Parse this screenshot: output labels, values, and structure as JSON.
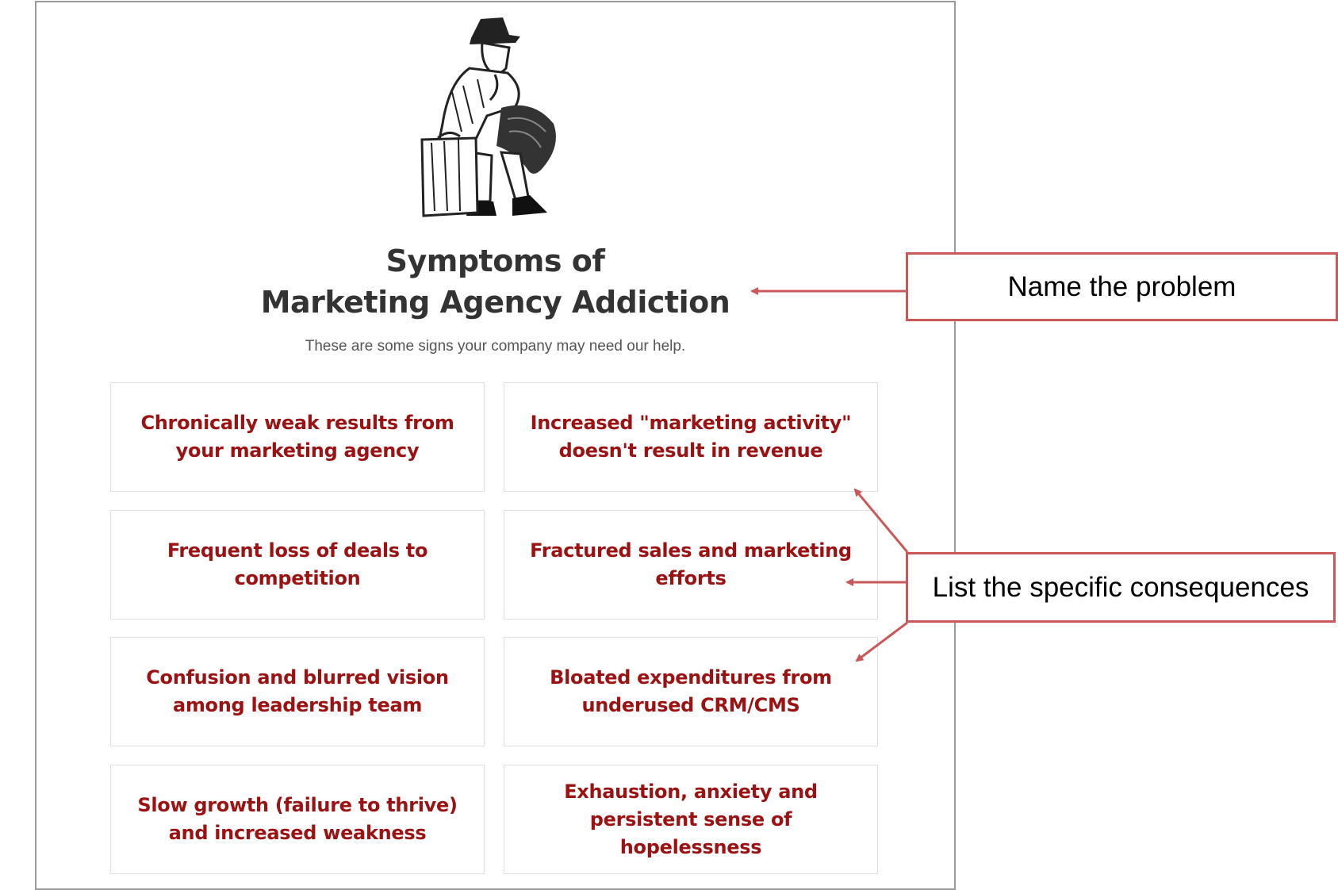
{
  "page": {
    "title_line1": "Symptoms of",
    "title_line2": "Marketing Agency Addiction",
    "subtitle": "These are some signs your company may need our help."
  },
  "cards": [
    {
      "text": "Chronically weak results from your marketing agency"
    },
    {
      "text": "Increased \"marketing activity\" doesn't result in revenue"
    },
    {
      "text": "Frequent loss of deals to competition"
    },
    {
      "text": "Fractured sales and marketing efforts"
    },
    {
      "text": "Confusion and blurred vision among leadership team"
    },
    {
      "text": "Bloated expenditures from underused CRM/CMS"
    },
    {
      "text": "Slow growth (failure to thrive) and increased weakness"
    },
    {
      "text": "Exhaustion, anxiety and persistent sense of hopelessness"
    }
  ],
  "callouts": {
    "problem": "Name the problem",
    "consequences": "List the specific consequences"
  },
  "colors": {
    "card_text": "#9c1111",
    "title": "#333333",
    "callout_border": "#c9585b"
  },
  "icons": {
    "illustration": "sitting-man-on-suitcase-illustration"
  }
}
